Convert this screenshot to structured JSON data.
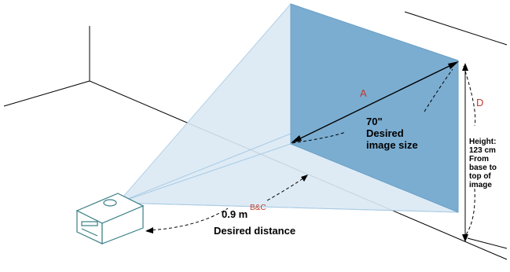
{
  "labels": {
    "a": "A",
    "bc": "B&C",
    "d": "D",
    "image_size_value": "70\"",
    "image_size_line1": "Desired",
    "image_size_line2": "image size",
    "distance_value": "0.9 m",
    "distance_caption": "Desired distance",
    "height_line1": "Height:",
    "height_line2": "123 cm",
    "height_line3": "From",
    "height_line4": "base to",
    "height_line5": "top of",
    "height_line6": "image"
  },
  "colors": {
    "screen_fill": "#7badd1",
    "beam_fill": "#dbe9f4",
    "label_red": "#c0392b",
    "line": "#000000"
  }
}
